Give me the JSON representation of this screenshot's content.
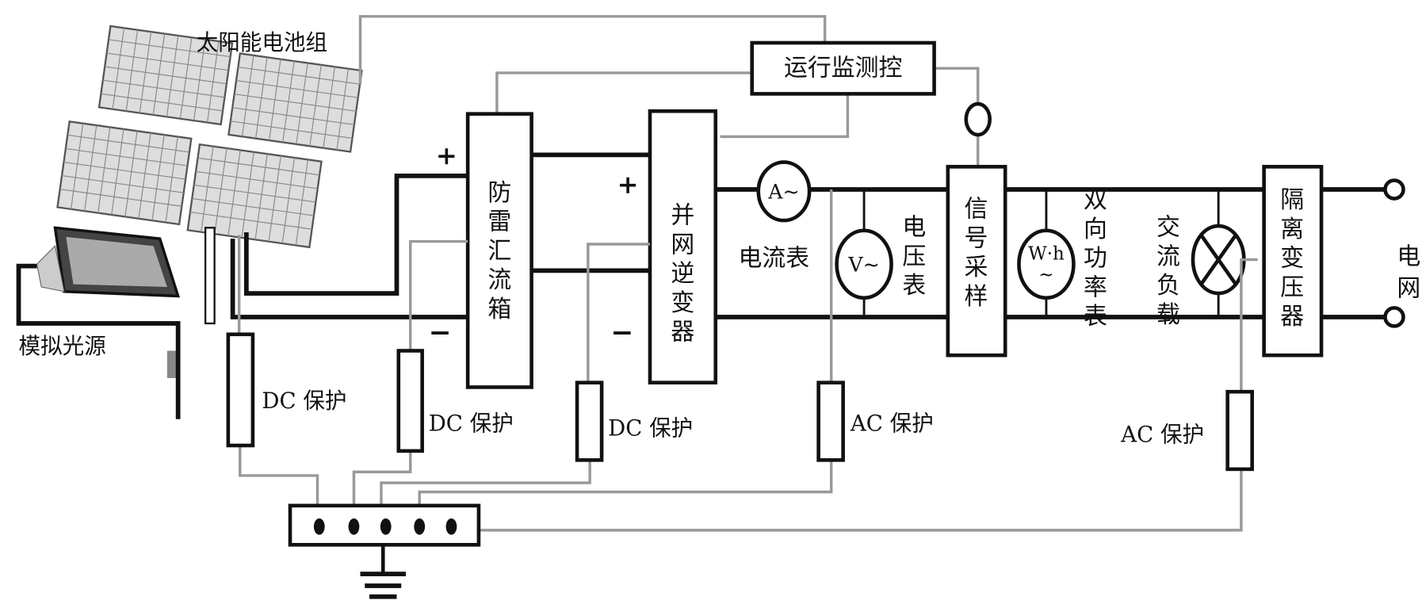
{
  "labels": {
    "solar_array": "太阳能电池组",
    "light_source": "模拟光源",
    "monitor": "运行监测控",
    "combiner": [
      "防",
      "雷",
      "汇",
      "流",
      "箱"
    ],
    "inverter": [
      "并",
      "网",
      "逆",
      "变",
      "器"
    ],
    "ammeter_symbol": "A~",
    "ammeter": "电流表",
    "voltmeter_symbol": "V~",
    "voltmeter": [
      "电",
      "压",
      "表"
    ],
    "signal": [
      "信",
      "号",
      "采",
      "样"
    ],
    "wattmeter_symbol": "W·h",
    "wattmeter_tilde": "~",
    "wattmeter": [
      "双",
      "向",
      "功",
      "率",
      "表"
    ],
    "ac_load": [
      "交",
      "流",
      "负",
      "载"
    ],
    "transformer": [
      "隔",
      "离",
      "变",
      "压",
      "器"
    ],
    "grid": [
      "电",
      "网"
    ],
    "plus": "+",
    "minus": "−",
    "dc_protect": "DC 保护",
    "ac_protect": "AC 保护"
  }
}
